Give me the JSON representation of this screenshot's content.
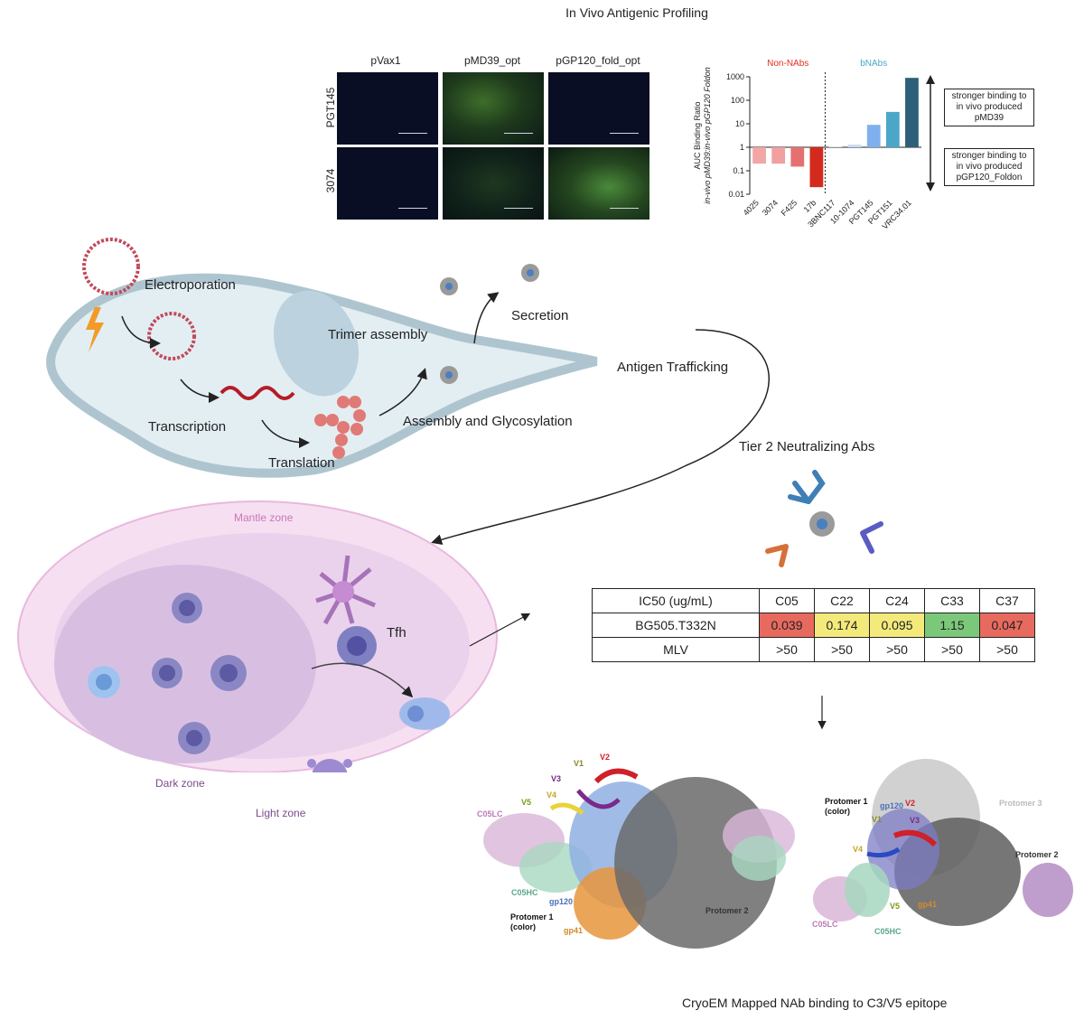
{
  "header": {
    "title": "In Vivo Antigenic Profiling"
  },
  "micrographs": {
    "columns": [
      "pVax1",
      "pMD39_opt",
      "pGP120_fold_opt"
    ],
    "rows": [
      "PGT145",
      "3074"
    ]
  },
  "chart_data": {
    "type": "bar",
    "ylabel_line1": "AUC Binding Ratio",
    "ylabel_line2": "in-vivo pMD39:in-vivo pGP120 Foldon",
    "yscale": "log",
    "ylim": [
      0.01,
      1000
    ],
    "yticks": [
      "1000",
      "100",
      "10",
      "1",
      "0.1",
      "0.01"
    ],
    "group_labels": {
      "non_nabs": "Non-NAbs",
      "bnabs": "bNAbs"
    },
    "categories": [
      "4025",
      "3074",
      "F425",
      "17b",
      "3BNC117",
      "10-1074",
      "PGT145",
      "PGT151",
      "VRC34.01"
    ],
    "values": [
      0.2,
      0.2,
      0.15,
      0.02,
      1.1,
      1.3,
      9,
      32,
      900
    ],
    "colors": [
      "#f2a6a6",
      "#f0a0a0",
      "#e57070",
      "#d42a1e",
      "#d9e8f7",
      "#c8dcf3",
      "#7fb0ee",
      "#4aa7c8",
      "#2e5f7a"
    ],
    "notes": {
      "upper": [
        "stronger binding to",
        "in vivo produced",
        "pMD39"
      ],
      "lower": [
        "stronger binding to",
        "in vivo produced",
        "pGP120_Foldon"
      ]
    }
  },
  "cell_diagram": {
    "electroporation": "Electroporation",
    "trimer_assembly": "Trimer assembly",
    "secretion": "Secretion",
    "antigen_trafficking": "Antigen Trafficking",
    "transcription": "Transcription",
    "translation": "Translation",
    "assembly_glycosylation": "Assembly and Glycosylation"
  },
  "lymph_node": {
    "mantle_zone": "Mantle zone",
    "dark_zone": "Dark zone",
    "light_zone": "Light zone",
    "tfh": "Tfh"
  },
  "tier2": {
    "title": "Tier 2 Neutralizing Abs"
  },
  "ic50_table": {
    "header": [
      "IC50 (ug/mL)",
      "C05",
      "C22",
      "C24",
      "C33",
      "C37"
    ],
    "rows": [
      {
        "label": "BG505.T332N",
        "values": [
          "0.039",
          "0.174",
          "0.095",
          "1.15",
          "0.047"
        ],
        "colors": [
          "#e86a5f",
          "#f4ea7c",
          "#f4ea7c",
          "#7cc87a",
          "#e86a5f"
        ]
      },
      {
        "label": "MLV",
        "values": [
          ">50",
          ">50",
          ">50",
          ">50",
          ">50"
        ],
        "colors": [
          "#ffffff",
          "#ffffff",
          "#ffffff",
          "#ffffff",
          "#ffffff"
        ]
      }
    ]
  },
  "structures": {
    "left": {
      "v1": "V1",
      "v2": "V2",
      "v3": "V3",
      "v4": "V4",
      "v5": "V5",
      "c05lc": "C05LC",
      "c05hc": "C05HC",
      "gp120": "gp120",
      "gp41": "gp41",
      "protomer1": "Protomer 1",
      "protomer1_sub": "(color)",
      "protomer2": "Protomer 2"
    },
    "right": {
      "protomer1": "Protomer 1",
      "protomer1_sub": "(color)",
      "protomer3": "Protomer 3",
      "protomer2": "Protomer 2",
      "gp120": "gp120",
      "v1": "V1",
      "v2": "V2",
      "v3": "V3",
      "v4": "V4",
      "v5": "V5",
      "gp41": "gp41",
      "c05lc": "C05LC",
      "c05hc": "C05HC"
    }
  },
  "footer": {
    "caption": "CryoEM Mapped  NAb binding to C3/V5 epitope"
  }
}
